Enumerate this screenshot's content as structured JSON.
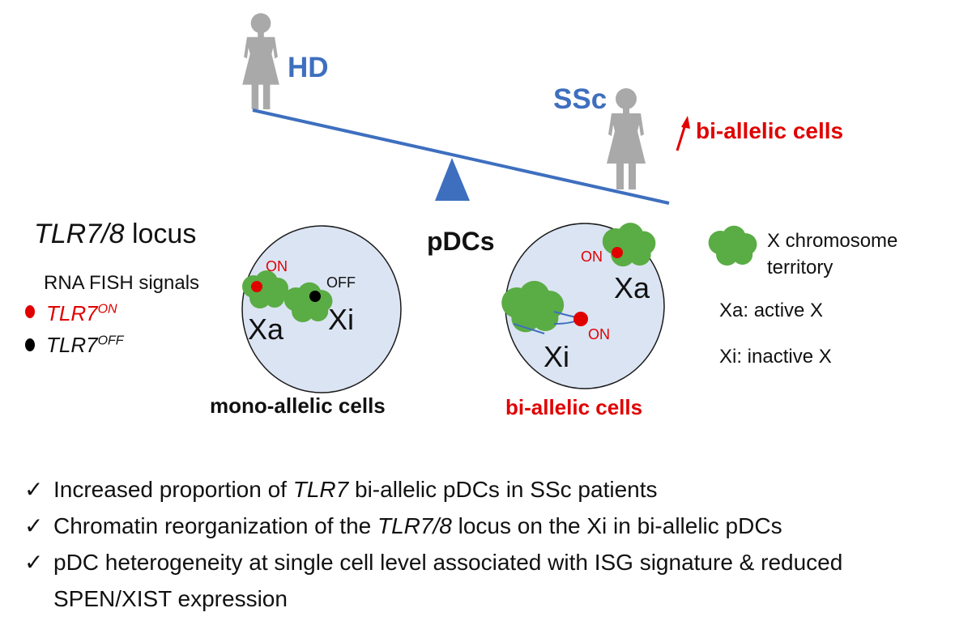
{
  "colors": {
    "blue": "#3e6fbf",
    "red": "#e00000",
    "green": "#5aac44",
    "nucleus": "#dbe4f3",
    "figure": "#a9a9a9"
  },
  "top": {
    "hd_label": "HD",
    "ssc_label": "SSc",
    "arrow_label": "bi-allelic cells",
    "center_label": "pDCs"
  },
  "legend_left": {
    "title_italic": "TLR7/8",
    "title_rest": " locus",
    "subtitle": "RNA FISH signals",
    "on_base": "TLR7",
    "on_sup": "ON",
    "off_base": "TLR7",
    "off_sup": "OFF"
  },
  "cell_left": {
    "on": "ON",
    "off": "OFF",
    "xa": "Xa",
    "xi": "Xi",
    "caption": "mono-allelic cells"
  },
  "cell_right": {
    "on_top": "ON",
    "on_bottom": "ON",
    "xa": "Xa",
    "xi": "Xi",
    "caption": "bi-allelic cells"
  },
  "legend_right": {
    "territory_line1": "X chromosome",
    "territory_line2": "territory",
    "xa_def": "Xa: active X",
    "xi_def": "Xi: inactive X"
  },
  "bullets": {
    "check": "✓",
    "b1_pre": "Increased proportion of ",
    "b1_it": "TLR7",
    "b1_post": " bi-allelic pDCs in SSc patients",
    "b2_pre": "Chromatin reorganization of the ",
    "b2_it": "TLR7/8",
    "b2_post": " locus on the Xi in bi-allelic pDCs",
    "b3": "pDC heterogeneity at single cell level associated with ISG signature & reduced SPEN/XIST expression"
  }
}
